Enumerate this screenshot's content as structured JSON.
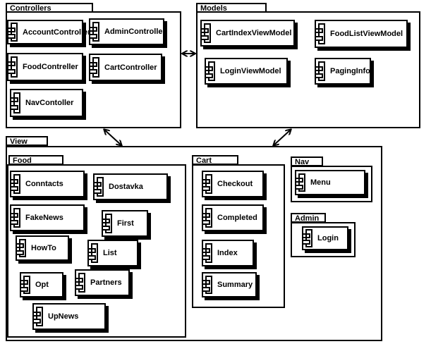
{
  "packages": {
    "controllers": {
      "title": "Controllers"
    },
    "models": {
      "title": "Models"
    },
    "view": {
      "title": "View"
    },
    "food": {
      "title": "Food"
    },
    "cart": {
      "title": "Cart"
    },
    "nav": {
      "title": "Nav"
    },
    "admin": {
      "title": "Admin"
    }
  },
  "components": {
    "account_controller": "AccountController",
    "admin_controller": "AdminController",
    "food_controller": "FoodContreller",
    "cart_controller": "CartController",
    "nav_controller": "NavContoller",
    "cart_index_view_model": "CartIndexViewModel",
    "food_list_view_model": "FoodListViewModel",
    "login_view_model": "LoginViewModel",
    "paging_info": "PagingInfo",
    "conntacts": "Conntacts",
    "dostavka": "Dostavka",
    "fake_news": "FakeNews",
    "first": "First",
    "how_to": "HowTo",
    "list": "List",
    "opt": "Opt",
    "partners": "Partners",
    "up_news": "UpNews",
    "checkout": "Checkout",
    "completed": "Completed",
    "index": "Index",
    "summary": "Summary",
    "menu": "Menu",
    "login": "Login"
  }
}
